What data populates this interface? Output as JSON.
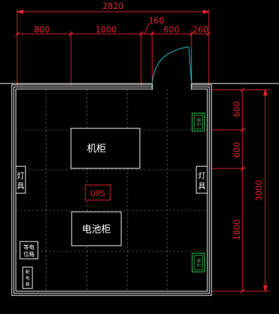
{
  "dimensions": {
    "total_width": "2820",
    "seg_800": "800",
    "seg_1000": "1000",
    "seg_160": "160",
    "seg_600": "600",
    "seg_260": "260",
    "right_600_a": "600",
    "right_600_b": "600",
    "right_1800": "1800",
    "right_3000": "3000"
  },
  "equipment": {
    "cabinet": "机柜",
    "battery_cabinet": "电池柜",
    "ups": "UPS",
    "lamp_left_1": "灯",
    "lamp_left_2": "具",
    "lamp_right_1": "灯",
    "lamp_right_2": "具",
    "equip_box_1": "等电",
    "equip_box_2": "位箱",
    "dist_box_1": "配",
    "dist_box_2": "电",
    "dist_box_3": "箱",
    "ac_unit_top": "空调",
    "ac_unit_bottom": "空调"
  },
  "colors": {
    "dim_red": "#e8242c",
    "wall_white": "#ffffff",
    "grid_gray": "#8a8a8a",
    "door_cyan": "#21c5cf",
    "ac_green": "#2bd84f",
    "ups_red": "#e8242c"
  }
}
